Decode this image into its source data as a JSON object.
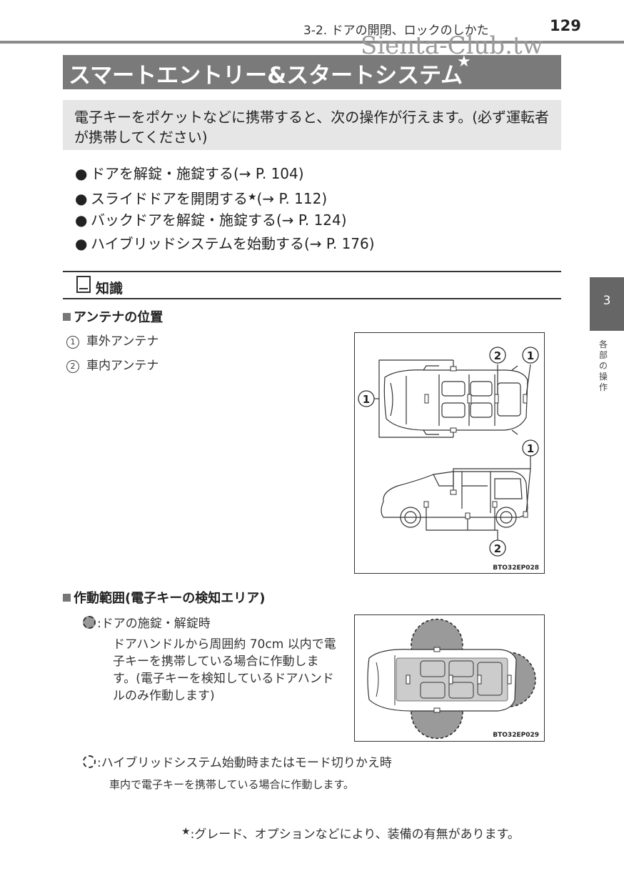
{
  "header": {
    "section": "3-2. ドアの開閉、ロックのしかた",
    "page_number": "129"
  },
  "watermark": "Sienta-Club.tw",
  "title": {
    "text": "スマートエントリー&スタートシステム",
    "star": "★"
  },
  "intro": "電子キーをポケットなどに携帯すると、次の操作が行えます。(必ず運転者が携帯してください)",
  "bullets": [
    {
      "text": "ドアを解錠・施錠する(→ P. 104)",
      "star": ""
    },
    {
      "text": "スライドドアを開閉する",
      "star": "★",
      "after": "(→ P. 112)"
    },
    {
      "text": "バックドアを解錠・施錠する(→ P. 124)",
      "star": ""
    },
    {
      "text": "ハイブリッドシステムを始動する(→ P. 176)",
      "star": ""
    }
  ],
  "bullet_mark": "●",
  "knowledge": {
    "label": "知識"
  },
  "antenna": {
    "heading": "アンテナの位置",
    "items": [
      {
        "num": "1",
        "label": "車外アンテナ"
      },
      {
        "num": "2",
        "label": "車内アンテナ"
      }
    ],
    "figure_code": "BTO32EP028",
    "callouts": {
      "one": "1",
      "two": "2"
    }
  },
  "range": {
    "heading": "作動範囲(電子キーの検知エリア)",
    "item1_label": ":ドアの施錠・解錠時",
    "item1_desc": "ドアハンドルから周囲約 70cm 以内で電子キーを携帯している場合に作動します。(電子キーを検知しているドアハンドルのみ作動します)",
    "item2_label": ":ハイブリッドシステム始動時またはモード切りかえ時",
    "item2_desc": "車内で電子キーを携帯している場合に作動します。",
    "figure_code": "BTO32EP029"
  },
  "side_tab": {
    "number": "3",
    "vertical_text": "各部の操作"
  },
  "footnote": {
    "star": "★",
    "text": ":グレード、オプションなどにより、装備の有無があります。"
  }
}
